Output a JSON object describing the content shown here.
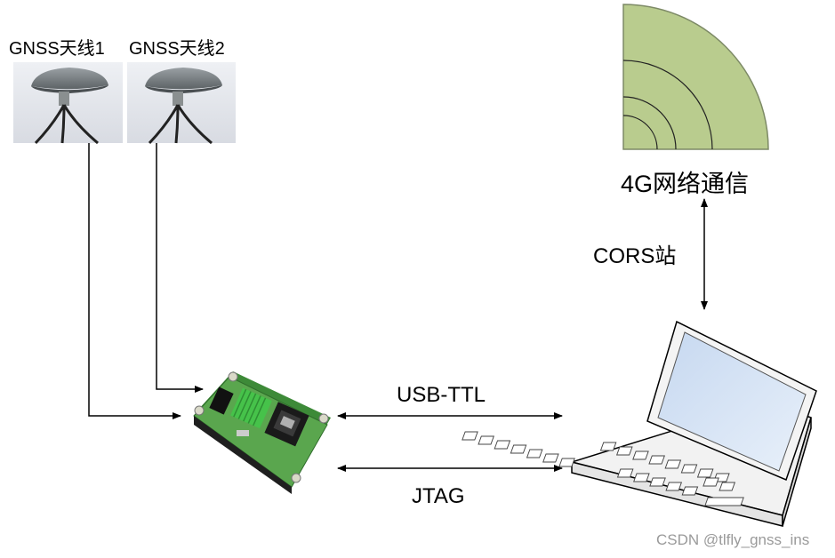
{
  "labels": {
    "antenna1": "GNSS天线1",
    "antenna2": "GNSS天线2",
    "network": "4G网络通信",
    "cors": "CORS站",
    "usb": "USB-TTL",
    "jtag": "JTAG",
    "watermark": "CSDN @tlfly_gnss_ins"
  },
  "colors": {
    "signal_fill": "#b9cc8e",
    "board_green": "#4f9a45",
    "heatsink": "#46c24a",
    "line": "#000000"
  },
  "icons": [
    "antenna-photo",
    "signal-wave-icon",
    "circuit-board-photo",
    "laptop-icon"
  ]
}
